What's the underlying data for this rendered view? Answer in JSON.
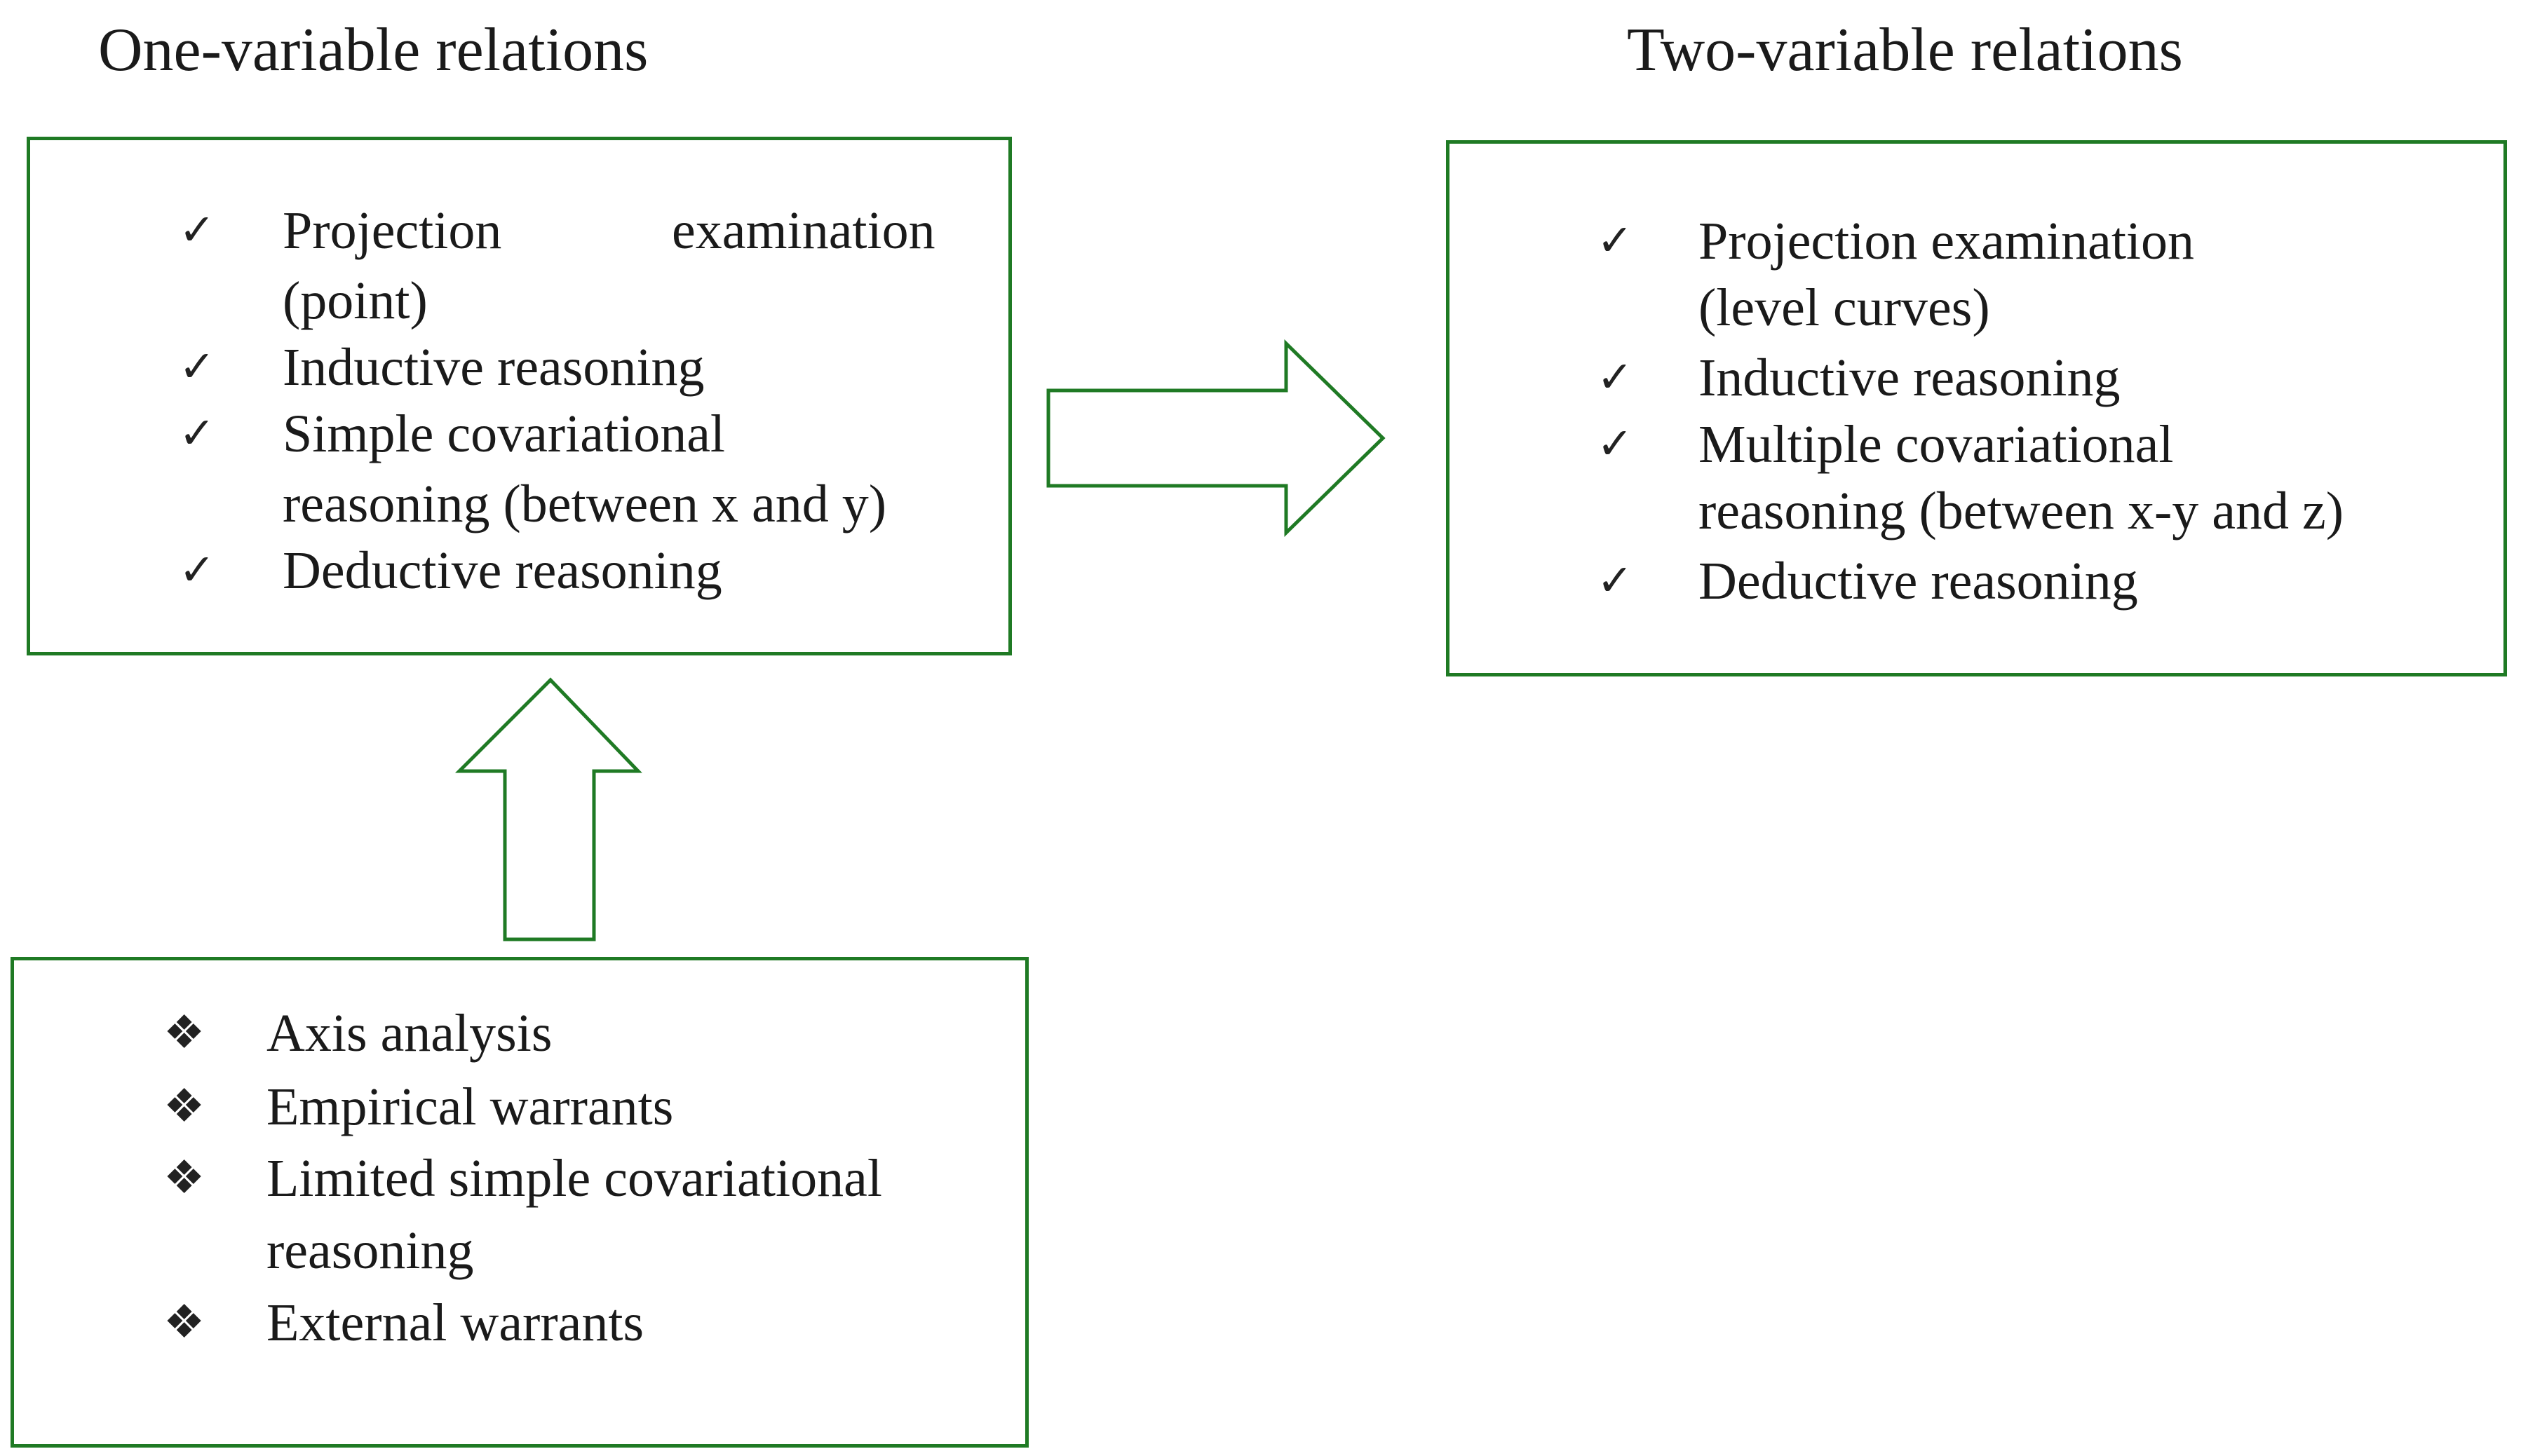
{
  "headings": {
    "left": "One-variable relations",
    "right": "Two-variable relations"
  },
  "box_one_variable": {
    "items": [
      {
        "line1_a": "Projection",
        "line1_b": "examination",
        "line2": "(point)"
      },
      {
        "line1": "Inductive reasoning"
      },
      {
        "line1": "Simple covariational",
        "line2": "reasoning (between x and y)"
      },
      {
        "line1": "Deductive reasoning"
      }
    ],
    "bullet": "✓"
  },
  "box_two_variable": {
    "items": [
      {
        "line1": "Projection examination",
        "line2": "(level curves)"
      },
      {
        "line1": "Inductive reasoning"
      },
      {
        "line1": "Multiple covariational",
        "line2": "reasoning (between x-y and z)"
      },
      {
        "line1": "Deductive reasoning"
      }
    ],
    "bullet": "✓"
  },
  "box_initial": {
    "items": [
      {
        "line1": "Axis analysis"
      },
      {
        "line1": "Empirical warrants"
      },
      {
        "line1": "Limited simple covariational",
        "line2": "reasoning"
      },
      {
        "line1": "External warrants"
      }
    ],
    "bullet": "❖"
  },
  "colors": {
    "border": "#1f7a24",
    "arrow_outline": "#1f7a24"
  }
}
